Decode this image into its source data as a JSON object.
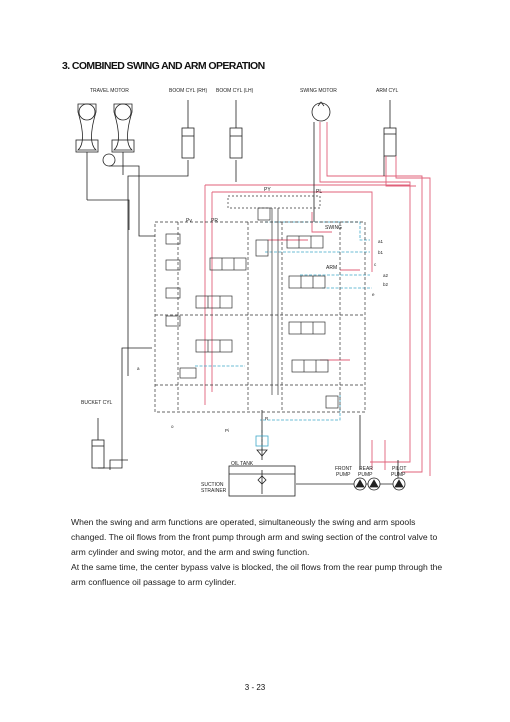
{
  "page": {
    "title": "3. COMBINED SWING AND ARM OPERATION",
    "page_number": "3 - 23"
  },
  "diagram": {
    "labels": {
      "travel_motor": "TRAVEL MOTOR",
      "boom_cyl_rh": "BOOM CYL (RH)",
      "boom_cyl_lh": "BOOM CYL (LH)",
      "swing_motor": "SWING MOTOR",
      "arm_cyl": "ARM CYL",
      "bucket_cyl": "BUCKET CYL",
      "py": "PY",
      "pl": "PL",
      "pv": "Pv",
      "pr": "PR",
      "swing": "SWING",
      "arm": "ARM",
      "a1": "a1",
      "b1": "b1",
      "c": "c",
      "a2": "a2",
      "b2": "b2",
      "e": "e",
      "a": "a",
      "o": "o",
      "pi": "Pi",
      "r": "R",
      "oil_tank": "OIL TANK",
      "suction_strainer_1": "SUCTION",
      "suction_strainer_2": "STRAINER",
      "front_pump_1": "FRONT",
      "front_pump_2": "PUMP",
      "rear_pump_1": "REAR",
      "rear_pump_2": "PUMP",
      "pilot_pump_1": "PILOT",
      "pilot_pump_2": "PUMP"
    },
    "colors": {
      "pressure_line": "#e0607a",
      "pilot_line": "#3fa9c9",
      "tank_line": "#222222"
    }
  },
  "description": {
    "paragraph1": "When the swing and arm functions are operated, simultaneously the swing and arm spools changed. The oil flows from the front pump through arm and swing section of the control valve to arm cylinder and swing motor, and the arm and swing function.",
    "paragraph2": "At the same time, the center bypass valve is blocked, the oil flows from the rear pump through the arm confluence oil passage to arm cylinder."
  }
}
